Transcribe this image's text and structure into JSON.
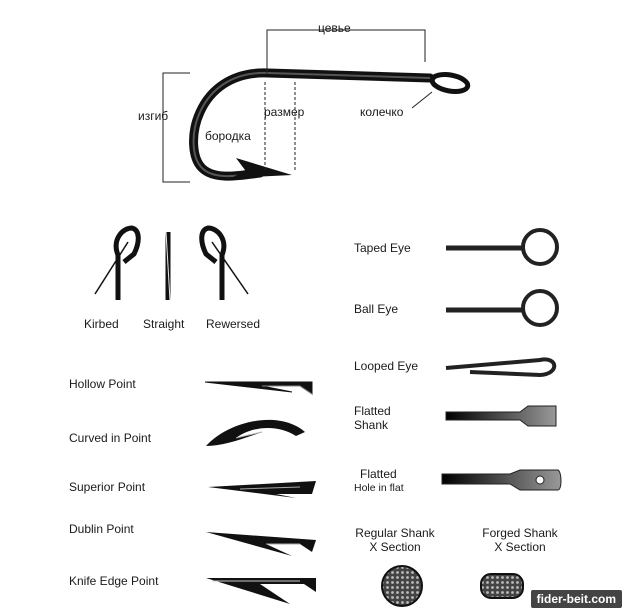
{
  "hook_anatomy": {
    "shank": "цевье",
    "bend": "изгиб",
    "gap": "размер",
    "barb": "бородка",
    "eye": "колечко"
  },
  "eye_angles": [
    "Kirbed",
    "Straight",
    "Rewersed"
  ],
  "eye_types": [
    "Taped Eye",
    "Ball Eye",
    "Looped Eye"
  ],
  "shank_types": {
    "flatted_shank_line1": "Flatted",
    "flatted_shank_line2": "Shank",
    "flatted_hole_line1": "Flatted",
    "flatted_hole_line2": "Hole in flat"
  },
  "points": [
    "Hollow Point",
    "Curved in Point",
    "Superior Point",
    "Dublin Point",
    "Knife Edge Point"
  ],
  "sections": {
    "regular_line1": "Regular Shank",
    "regular_line2": "X Section",
    "forged_line1": "Forged Shank",
    "forged_line2": "X Section"
  },
  "watermark": "fider-beit.com"
}
